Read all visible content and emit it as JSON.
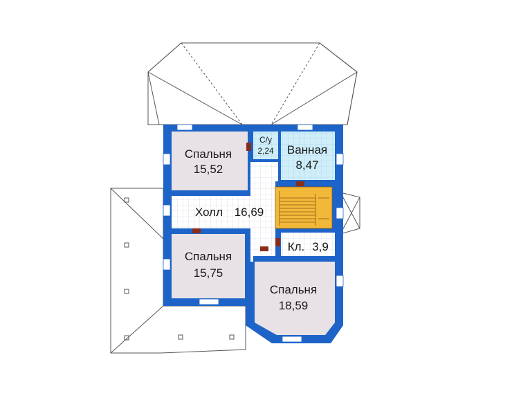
{
  "plan": {
    "colors": {
      "wall": "#1e64c8",
      "room": "#e8e2e6",
      "bath": "#cfeefa",
      "hall": "#ffffff",
      "grid": "#c8d0dc",
      "stair": "#f2b83a",
      "roof_line": "#555555",
      "window": "#ffffff",
      "door_mark": "#8a2c1a"
    },
    "rooms": [
      {
        "id": "bedroom-1",
        "name": "Спальня",
        "area": "15,52"
      },
      {
        "id": "wc",
        "name": "С/у",
        "area": "2,24"
      },
      {
        "id": "bathroom",
        "name": "Ванная",
        "area": "8,47"
      },
      {
        "id": "hall",
        "name": "Холл",
        "area": "16,69"
      },
      {
        "id": "pantry",
        "name": "Кл.",
        "area": "3,9"
      },
      {
        "id": "bedroom-2",
        "name": "Спальня",
        "area": "15,75"
      },
      {
        "id": "bedroom-3",
        "name": "Спальня",
        "area": "18,59"
      }
    ]
  }
}
